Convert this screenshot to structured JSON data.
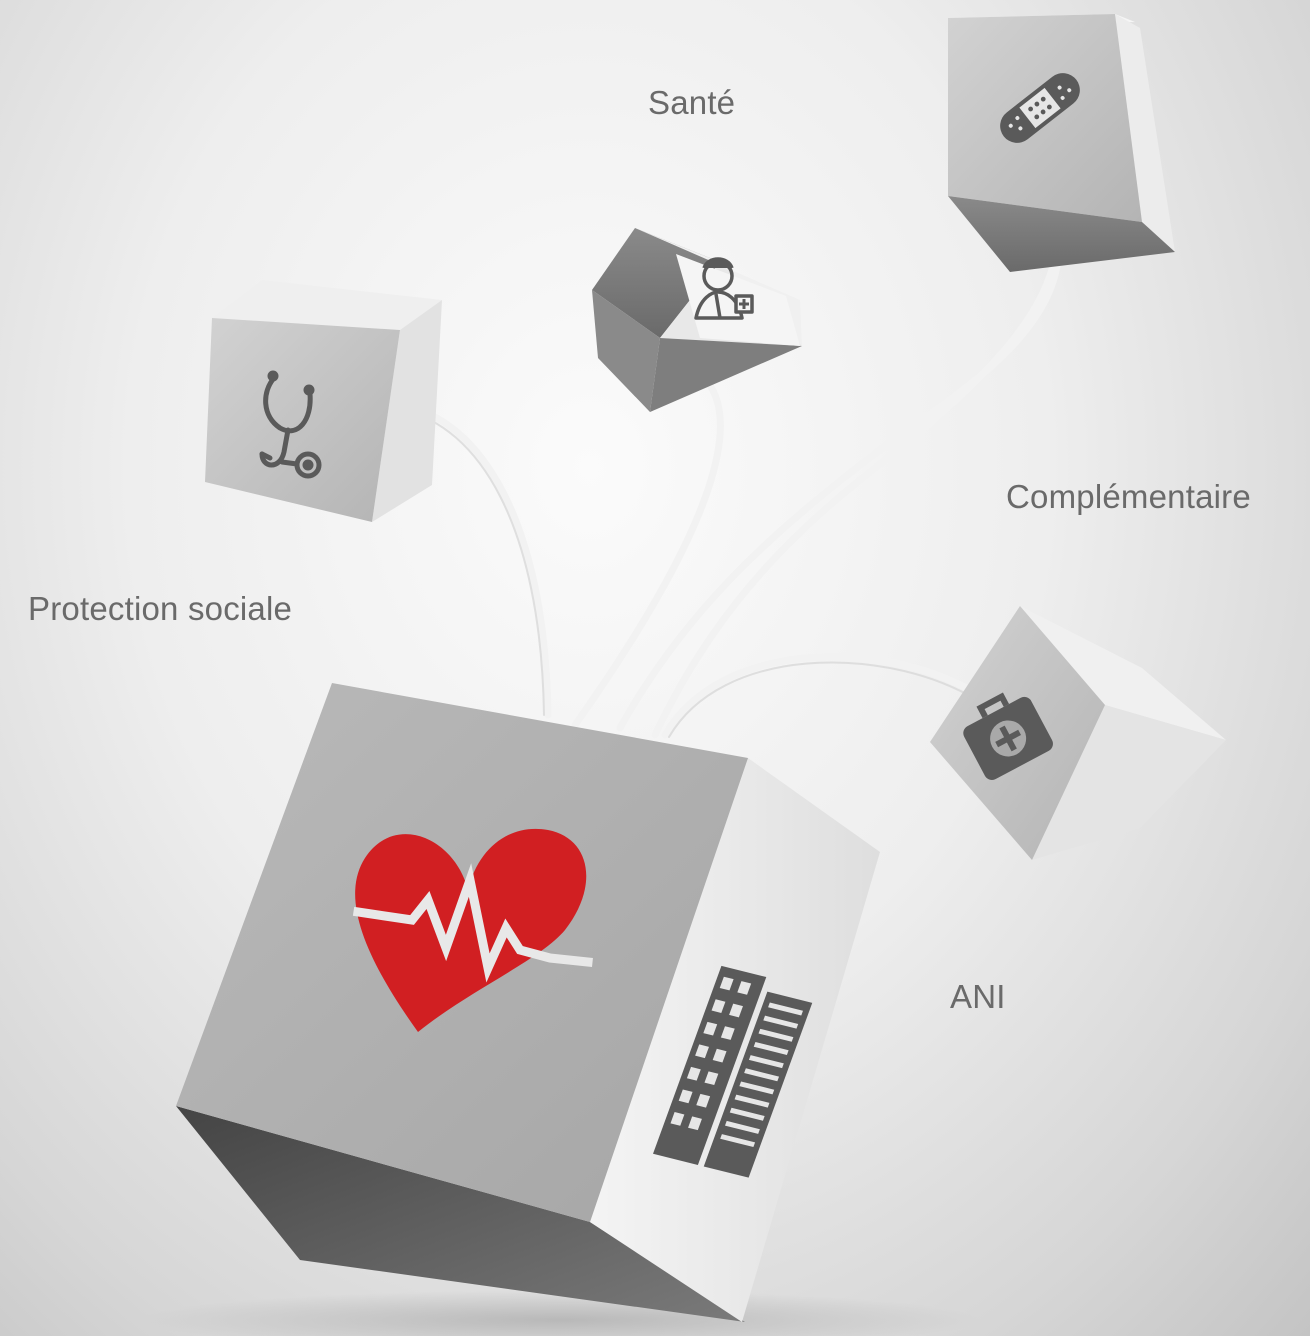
{
  "labels": {
    "sante": "Santé",
    "complementaire": "Complémentaire",
    "protection_sociale": "Protection sociale",
    "ani": "ANI"
  },
  "icons": {
    "main_cube_front": "heart-pulse-icon",
    "main_cube_side": "office-building-icon",
    "cube_left": "stethoscope-icon",
    "cube_center": "doctor-icon",
    "cube_top_right": "bandage-icon",
    "cube_right": "first-aid-kit-icon"
  },
  "colors": {
    "heart": "#d11f22",
    "icon_gray": "#5a5a5a",
    "label_text": "#6a6a6a"
  }
}
